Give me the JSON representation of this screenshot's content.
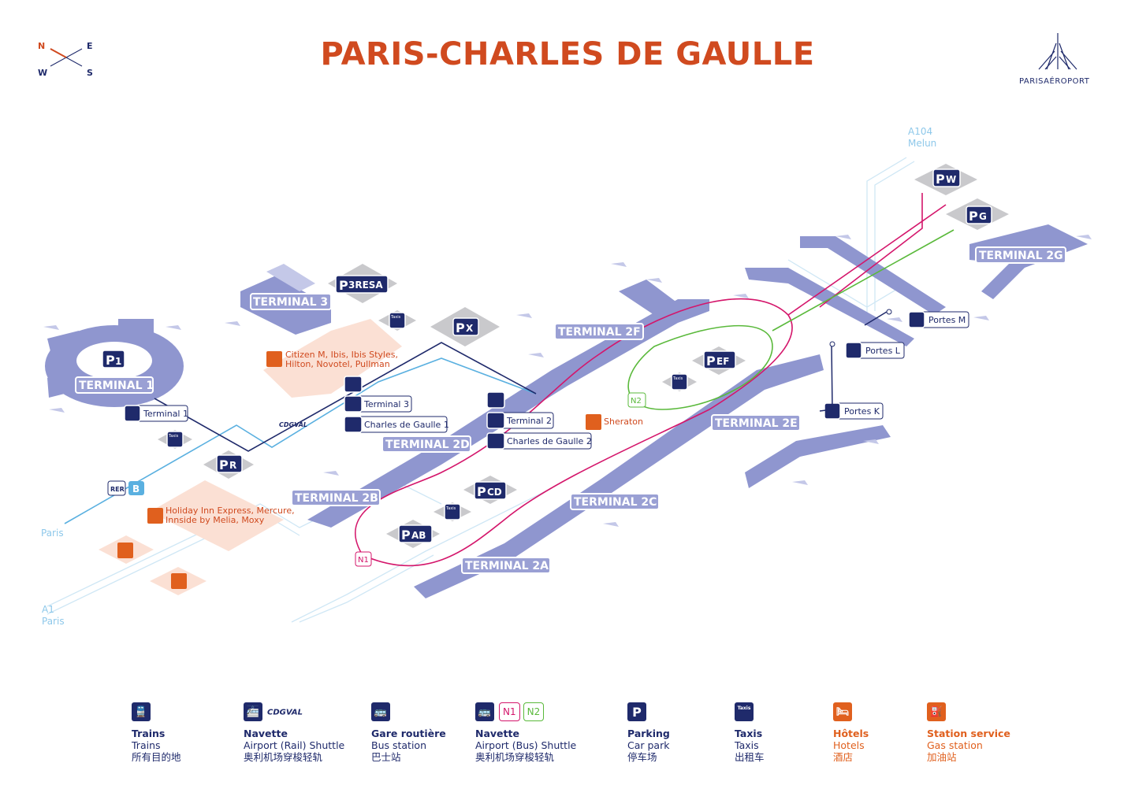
{
  "title": "PARIS-CHARLES DE GAULLE",
  "compass": {
    "n": "N",
    "e": "E",
    "w": "W",
    "s": "S"
  },
  "logo": {
    "text": "PARISAÉROPORT"
  },
  "terminals": {
    "t1": "TERMINAL 1",
    "t3": "TERMINAL 3",
    "t2a": "TERMINAL 2A",
    "t2b": "TERMINAL 2B",
    "t2c": "TERMINAL 2C",
    "t2d": "TERMINAL 2D",
    "t2e": "TERMINAL 2E",
    "t2f": "TERMINAL 2F",
    "t2g": "TERMINAL 2G"
  },
  "parkings": {
    "p1": "1",
    "p3resa": "3RESA",
    "px": "X",
    "pr": "R",
    "pef": "EF",
    "pcd": "CD",
    "pab": "AB",
    "pw": "W",
    "pg": "G",
    "p_letter": "P"
  },
  "stations": {
    "terminal1": "Terminal 1",
    "terminal3": "Terminal 3",
    "cdg1": "Charles de Gaulle 1",
    "terminal2": "Terminal 2",
    "cdg2": "Charles de Gaulle 2",
    "portesM": "Portes M",
    "portesL": "Portes L",
    "portesK": "Portes K"
  },
  "hotels": {
    "h_t3": "Citizen M,  Ibis, Ibis Styles,",
    "h_t3b": "Hilton, Novotel, Pullman",
    "h_pr": "Holiday Inn Express, Mercure,",
    "h_prb": "Innside by Melia, Moxy",
    "sheraton": "Sheraton"
  },
  "roads": {
    "a104": "A104",
    "melun": "Melun",
    "a1": "A1",
    "paris_a1": "Paris",
    "paris_rer": "Paris"
  },
  "cdgval": "CDGVAL",
  "rer": {
    "label": "RER",
    "line": "B"
  },
  "navette": {
    "n1": "N1",
    "n2": "N2"
  },
  "taxis_label": "Taxis",
  "legend": [
    {
      "title": "Trains",
      "en": "Trains",
      "zh": "所有目的地"
    },
    {
      "title": "Navette",
      "en": "Airport (Rail) Shuttle",
      "zh": "奥利机场穿梭轻轨",
      "badge": "CDGVAL"
    },
    {
      "title": "Gare routière",
      "en": "Bus station",
      "zh": "巴士站"
    },
    {
      "title": "Navette",
      "en": "Airport (Bus) Shuttle",
      "zh": "奥利机场穿梭轻轨",
      "n1": "N1",
      "n2": "N2"
    },
    {
      "title": "Parking",
      "en": "Car park",
      "zh": "停车场",
      "icon": "P"
    },
    {
      "title": "Taxis",
      "en": "Taxis",
      "zh": "出租车",
      "icon": "Taxis"
    },
    {
      "title": "Hôtels",
      "en": "Hotels",
      "zh": "酒店"
    },
    {
      "title": "Station service",
      "en": "Gas station",
      "zh": "加油站"
    }
  ],
  "colors": {
    "accent": "#d04a1f",
    "navy": "#1f2a6b",
    "terminal": "#8f96cf",
    "cdgval": "#5ab0e0",
    "n1": "#d4166b",
    "n2": "#5ab93b",
    "hotel": "#e0601e"
  }
}
